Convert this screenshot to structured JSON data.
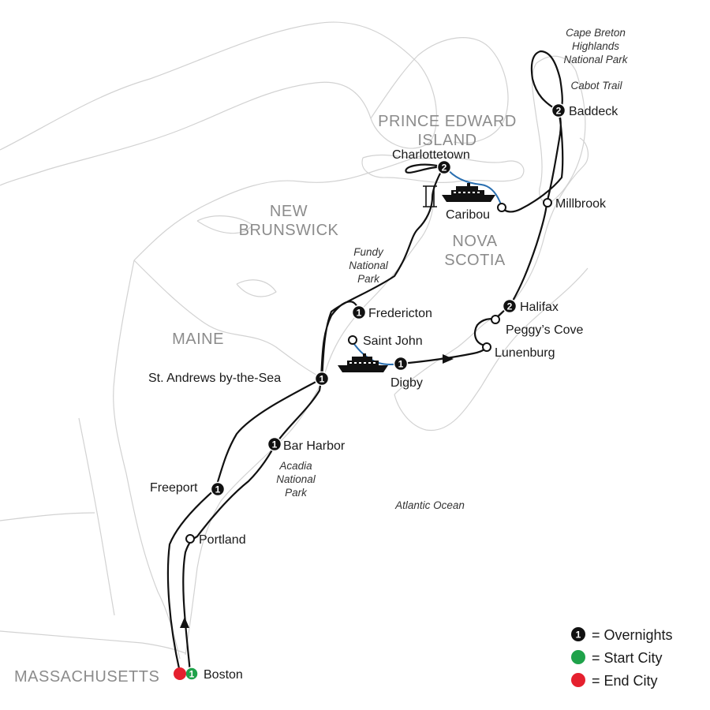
{
  "colors": {
    "route": "#111111",
    "ferry_route": "#2a6fb0",
    "border": "#d2d2d2",
    "start": "#1fa24a",
    "end": "#e5202e",
    "region_label": "#8c8c8c"
  },
  "regions": {
    "pei_line1": "PRINCE EDWARD",
    "pei_line2": "ISLAND",
    "nb_line1": "NEW",
    "nb_line2": "BRUNSWICK",
    "ns_line1": "NOVA",
    "ns_line2": "SCOTIA",
    "maine": "MAINE",
    "massachusetts": "MASSACHUSETTS"
  },
  "parks": {
    "cape_breton_line1": "Cape Breton",
    "cape_breton_line2": "Highlands",
    "cape_breton_line3": "National Park",
    "cabot_trail": "Cabot Trail",
    "fundy_line1": "Fundy",
    "fundy_line2": "National",
    "fundy_line3": "Park",
    "acadia_line1": "Acadia",
    "acadia_line2": "National",
    "acadia_line3": "Park",
    "ocean": "Atlantic Ocean"
  },
  "cities": {
    "boston": {
      "name": "Boston",
      "overnights": "1",
      "start": true,
      "end": true
    },
    "portland": {
      "name": "Portland"
    },
    "freeport": {
      "name": "Freeport",
      "overnights": "1"
    },
    "bar_harbor": {
      "name": "Bar Harbor",
      "overnights": "1"
    },
    "st_andrews": {
      "name": "St. Andrews by-the-Sea",
      "overnights": "1"
    },
    "fredericton": {
      "name": "Fredericton",
      "overnights": "1"
    },
    "saint_john": {
      "name": "Saint John"
    },
    "digby": {
      "name": "Digby",
      "overnights": "1"
    },
    "lunenburg": {
      "name": "Lunenburg"
    },
    "peggys_cove": {
      "name": "Peggy’s Cove"
    },
    "halifax": {
      "name": "Halifax",
      "overnights": "2"
    },
    "millbrook": {
      "name": "Millbrook"
    },
    "baddeck": {
      "name": "Baddeck",
      "overnights": "2"
    },
    "caribou": {
      "name": "Caribou"
    },
    "charlottetown": {
      "name": "Charlottetown",
      "overnights": "2"
    }
  },
  "legend": {
    "overnights_symbol": "1",
    "overnights": "= Overnights",
    "start": "= Start City",
    "end": "= End City"
  }
}
